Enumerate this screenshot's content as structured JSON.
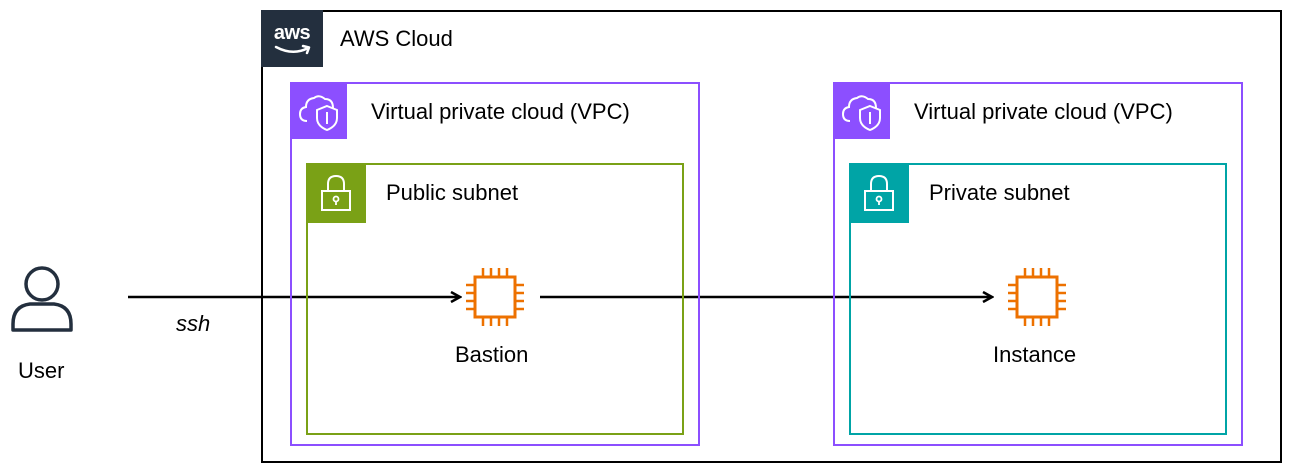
{
  "cloud": {
    "title": "AWS Cloud",
    "logo_text": "aws",
    "border_color": "#000000",
    "logo_bg": "#232F3E"
  },
  "vpcs": [
    {
      "title": "Virtual private cloud (VPC)",
      "border_color": "#8C4FFF",
      "subnet": {
        "title": "Public subnet",
        "color": "#7AA116",
        "instance_label": "Bastion"
      }
    },
    {
      "title": "Virtual private cloud (VPC)",
      "border_color": "#8C4FFF",
      "subnet": {
        "title": "Private subnet",
        "color": "#00A4A6",
        "instance_label": "Instance"
      }
    }
  ],
  "user": {
    "label": "User"
  },
  "connection": {
    "label": "ssh"
  },
  "icons": {
    "user": "user-icon",
    "vpc": "vpc-cloud-shield-icon",
    "subnet": "padlock-icon",
    "ec2": "ec2-chip-icon",
    "ec2_color": "#ED7100"
  }
}
